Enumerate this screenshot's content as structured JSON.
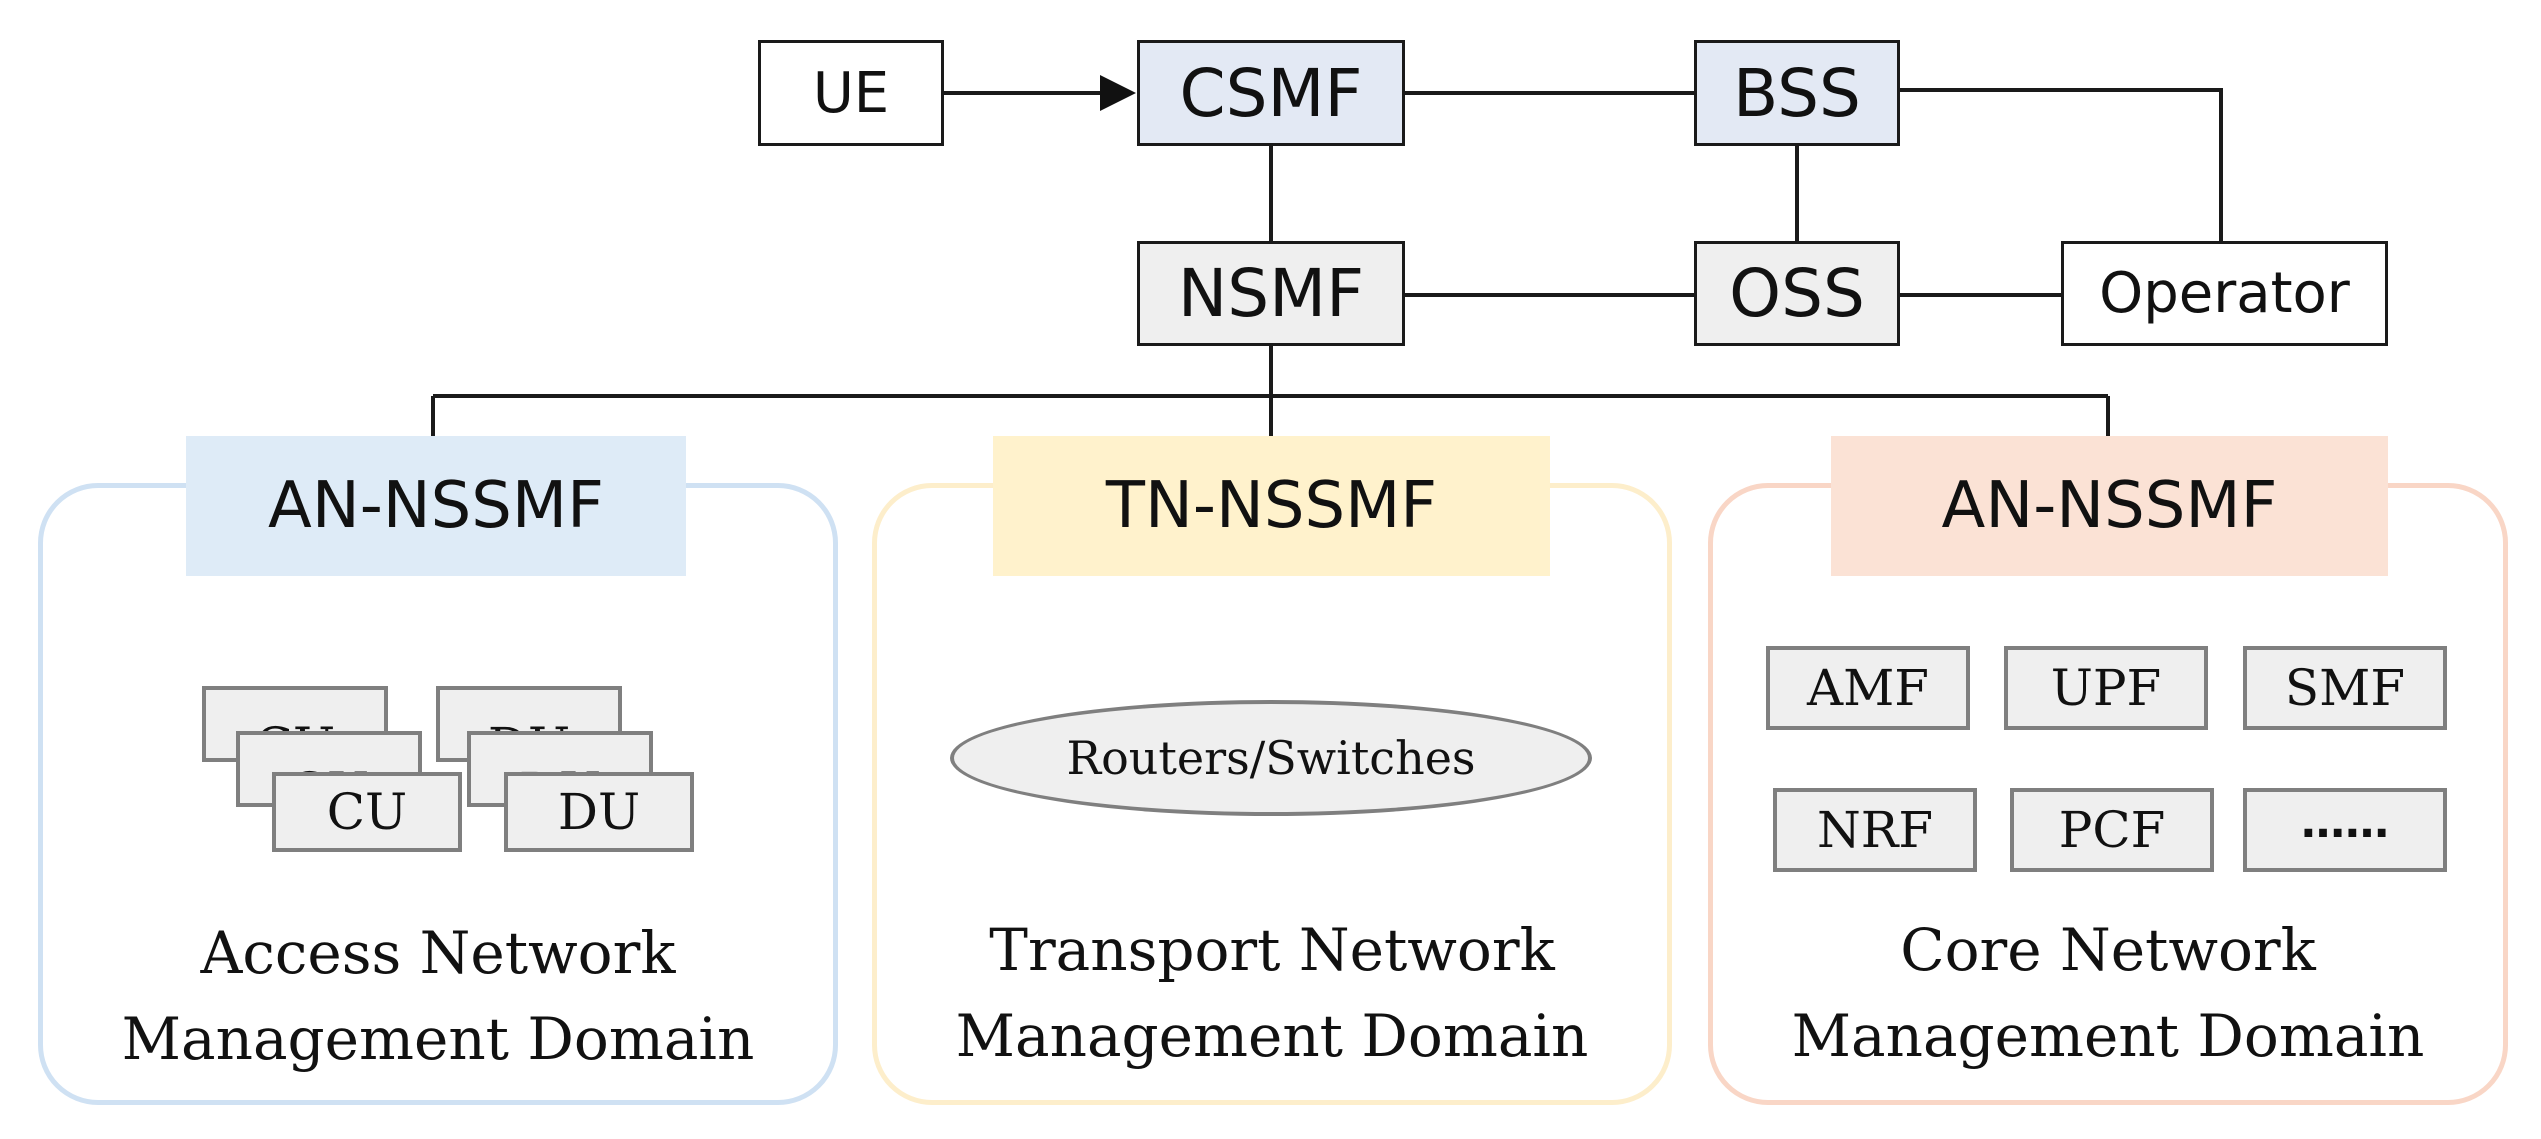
{
  "top": {
    "ue": "UE",
    "csmf": "CSMF",
    "bss": "BSS",
    "nsmf": "NSMF",
    "oss": "OSS",
    "operator": "Operator"
  },
  "domains": {
    "access": {
      "header": "AN-NSSMF",
      "caption_line1": "Access Network",
      "caption_line2": "Management Domain",
      "cu": "CU",
      "du": "DU"
    },
    "transport": {
      "header": "TN-NSSMF",
      "caption_line1": "Transport Network",
      "caption_line2": "Management Domain",
      "ellipse": "Routers/Switches"
    },
    "core": {
      "header": "AN-NSSMF",
      "caption_line1": "Core Network",
      "caption_line2": "Management Domain",
      "functions": [
        "AMF",
        "UPF",
        "SMF",
        "NRF",
        "PCF",
        "……"
      ]
    }
  },
  "colors": {
    "access_border": "#cfe1f3",
    "access_header": "#deebf7",
    "transport_border": "#fdeecb",
    "transport_header": "#fff2cc",
    "core_border": "#f9d6c6",
    "core_header": "#fbe2d5",
    "top_blue_node": "#e3e9f4",
    "grey_node": "#efefef"
  }
}
